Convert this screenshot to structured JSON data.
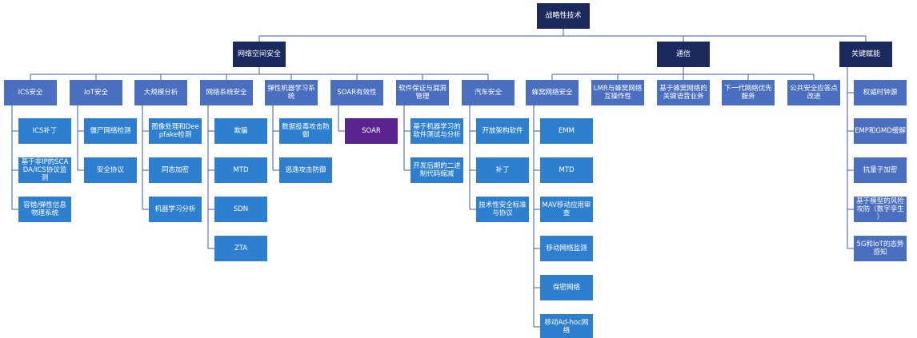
{
  "diagram": {
    "root": "战略性技术",
    "branches": [
      {
        "label": "网络空间安全",
        "children": [
          {
            "label": "ICS安全",
            "items": [
              "ICS补丁",
              "基于非IP的SCADA/ICS协议监测",
              "容错/弹性信息物理系统"
            ]
          },
          {
            "label": "IoT安全",
            "items": [
              "僵尸网络检测",
              "安全协议"
            ]
          },
          {
            "label": "大规模分析",
            "items": [
              "图像处理和Deepfake检测",
              "同态加密",
              "机器学习分析"
            ]
          },
          {
            "label": "网络系统安全",
            "items": [
              "欺骗",
              "MTD",
              "SDN",
              "ZTA"
            ]
          },
          {
            "label": "弹性机器学习系统",
            "items": [
              "数据投毒攻击防御",
              "逃逸攻击防御"
            ]
          },
          {
            "label": "SOAR有效性",
            "items": [
              "SOAR"
            ]
          },
          {
            "label": "软件保证与漏洞管理",
            "items": [
              "基于机器学习的软件测试与分析",
              "开发后期的二进制代码缩减"
            ]
          },
          {
            "label": "汽车安全",
            "items": [
              "开放架构软件",
              "补丁",
              "技术性安全标准与协议"
            ]
          }
        ]
      },
      {
        "label": "通信",
        "children": [
          {
            "label": "蜂窝网络安全",
            "items": [
              "EMM",
              "MTD",
              "MAV移动应用审查",
              "移动网络监测",
              "保密网络",
              "移动Ad-hoc网络"
            ]
          },
          {
            "label": "LMR与蜂窝网络互操作性",
            "items": []
          },
          {
            "label": "基于蜂窝网络的关键语音业务",
            "items": []
          },
          {
            "label": "下一代网络优先服务",
            "items": []
          },
          {
            "label": "公共安全应答点改进",
            "items": []
          }
        ]
      },
      {
        "label": "关键赋能",
        "children": [],
        "items": [
          "权威时钟源",
          "EMP和GMD缓解",
          "抗量子加密",
          "基于模型的风险攻防（数字孪生）",
          "5G和IoT的态势感知"
        ]
      }
    ]
  },
  "colors": {
    "root": "#1b2a5c",
    "branch": "#1b2a5c",
    "category": "#4a6fc1",
    "item": "#2e7fd0",
    "highlight": "#5b2390",
    "connector": "#3f5ea0"
  }
}
